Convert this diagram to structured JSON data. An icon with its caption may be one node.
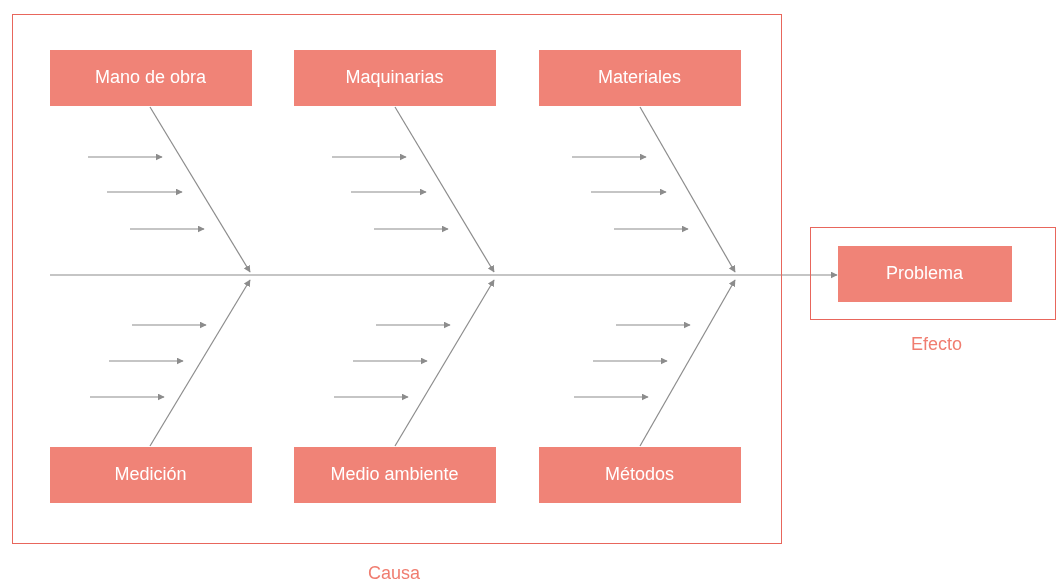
{
  "diagram": {
    "nodes": [
      {
        "text": [
          "Causa"
        ]
      },
      {
        "text": [
          "Mano de obra"
        ],
        "in": 0
      },
      {
        "text": [
          "Maquinarias"
        ],
        "in": 0
      },
      {
        "text": [
          "Materiales"
        ],
        "in": 0
      },
      {
        "text": [
          "Medición"
        ],
        "in": 0
      },
      {
        "text": [
          "Medio ambiente"
        ],
        "in": 0
      },
      {
        "text": [
          "Métodos"
        ],
        "in": 0
      },
      {
        "text": [
          "Efecto"
        ]
      },
      {
        "text": [
          "Problema"
        ],
        "in": 7
      }
    ],
    "edges": [
      {
        "from": 1,
        "to": null,
        "arrow": "to"
      },
      {
        "from": 2,
        "to": null,
        "arrow": "to"
      },
      {
        "from": 3,
        "to": null,
        "arrow": "to"
      },
      {
        "from": 4,
        "to": null,
        "arrow": "to"
      },
      {
        "from": 5,
        "to": null,
        "arrow": "to"
      },
      {
        "from": 6,
        "to": null,
        "arrow": "to"
      },
      {
        "from": null,
        "to": 8,
        "arrow": "to"
      }
    ]
  }
}
